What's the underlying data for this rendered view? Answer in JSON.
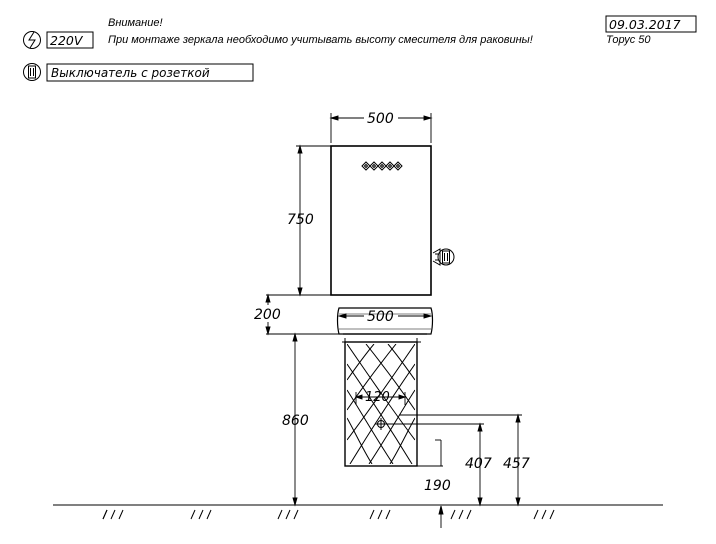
{
  "header": {
    "attention": "Внимание!",
    "warning": "При монтаже зеркала необходимо учитывать высоту смесителя для раковины!",
    "date": "09.03.2017",
    "model": "Торус 50"
  },
  "legend": {
    "voltage": "220V",
    "switch_socket": "Выключатель  с  розеткой"
  },
  "dimensions": {
    "mirror_width": "500",
    "mirror_height": "750",
    "gap": "200",
    "sink_width": "500",
    "sink_height": "860",
    "pipe_spacing": "120",
    "drain_height": "407",
    "water_height": "457",
    "floor_marker": "190"
  }
}
